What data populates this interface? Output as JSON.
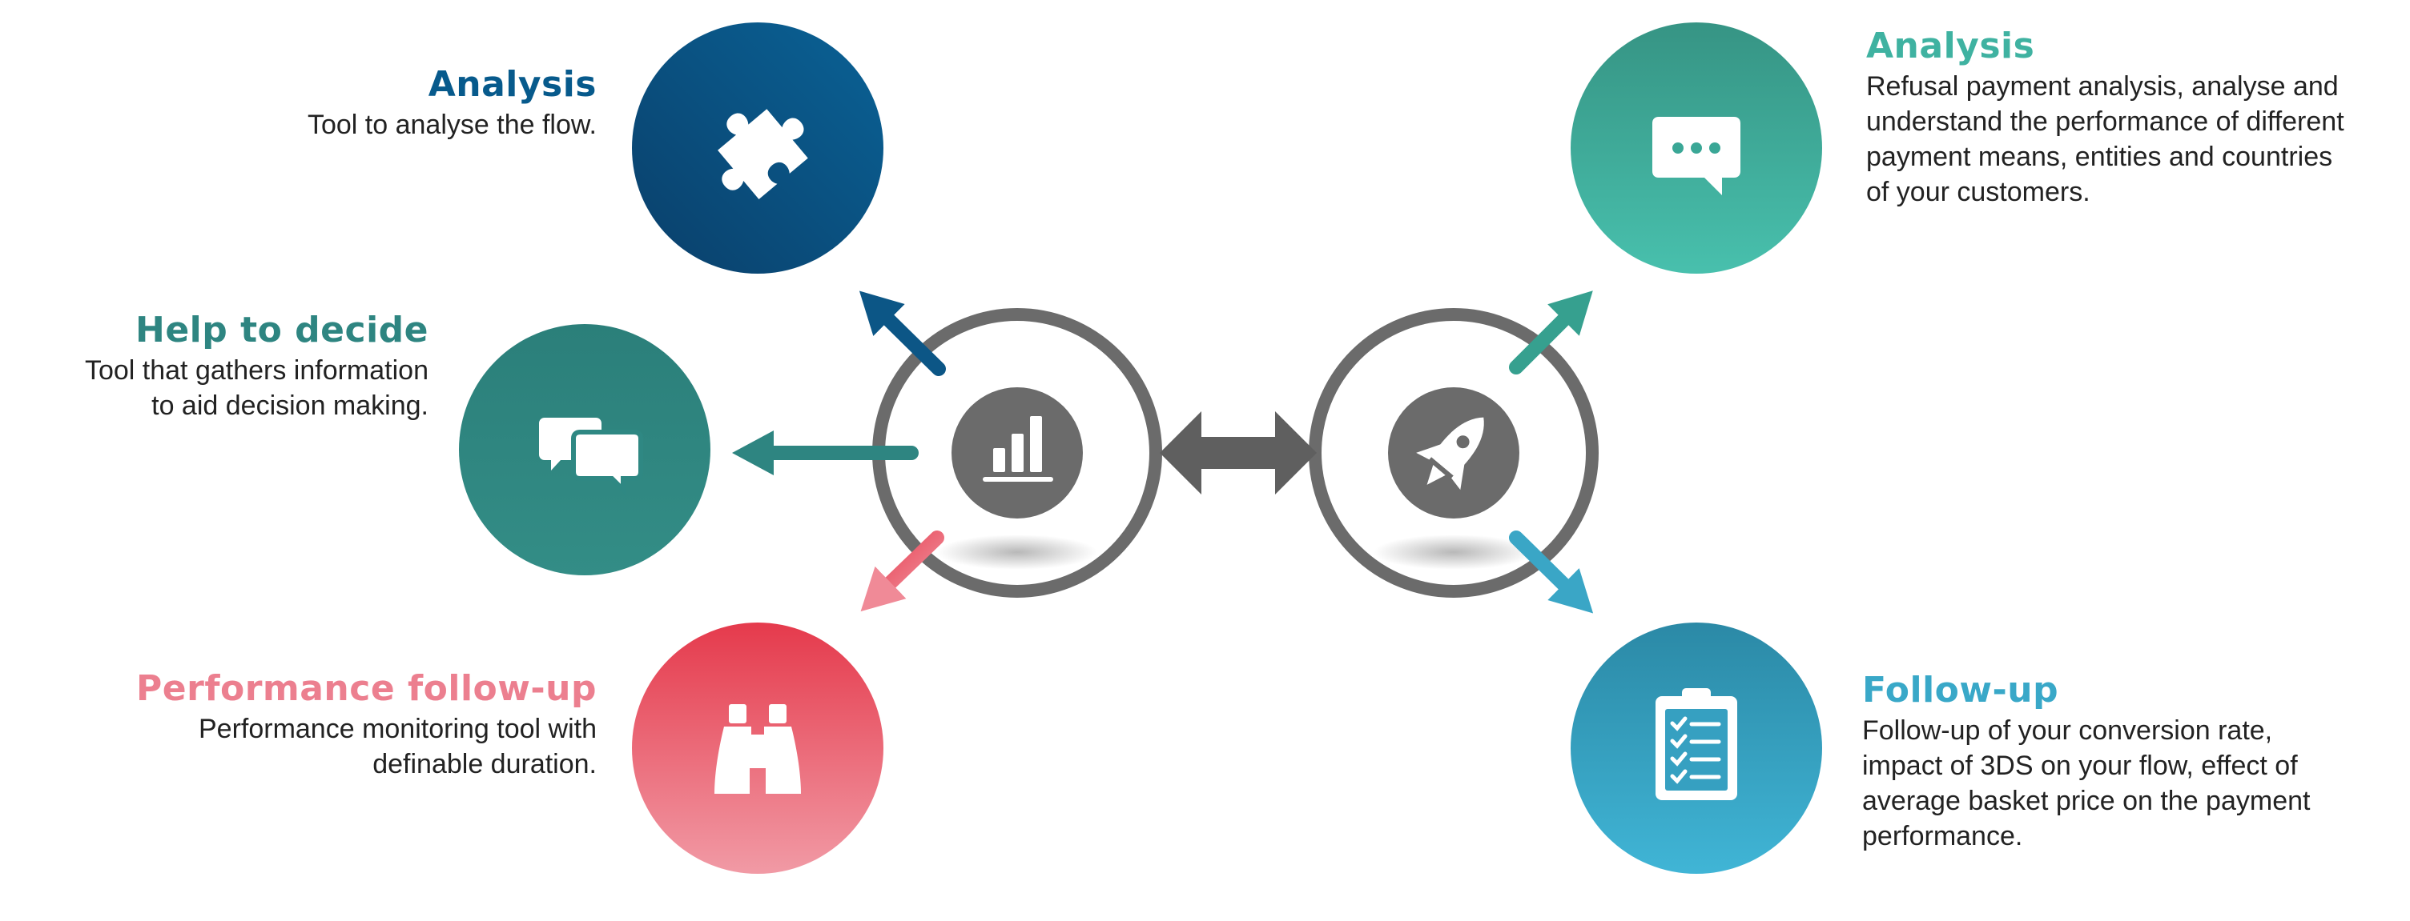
{
  "colors": {
    "navy": "#075a8c",
    "teal": "#2e8581",
    "pink": "#ec7f8f",
    "green": "#3fb2a1",
    "cyan": "#39a8c8",
    "hub_gray": "#6b6b6b"
  },
  "hubs": [
    {
      "icon": "bar-chart-icon"
    },
    {
      "icon": "rocket-icon"
    }
  ],
  "nodes": [
    {
      "icon": "puzzle-piece-icon",
      "title": "Analysis",
      "description": "Tool to analyse the flow."
    },
    {
      "icon": "chat-bubbles-icon",
      "title": "Help to decide",
      "description": "Tool that gathers information\nto aid decision making."
    },
    {
      "icon": "binoculars-icon",
      "title": "Performance follow-up",
      "description": "Performance monitoring tool with\ndefinable duration."
    },
    {
      "icon": "speech-bubble-icon",
      "title": "Analysis",
      "description": "Refusal payment analysis, analyse and\nunderstand the performance of different\npayment means, entities and countries\nof your customers."
    },
    {
      "icon": "clipboard-checklist-icon",
      "title": "Follow-up",
      "description": "Follow-up of your conversion rate,\nimpact of 3DS on your flow, effect of\naverage basket price on the payment\nperformance."
    }
  ]
}
